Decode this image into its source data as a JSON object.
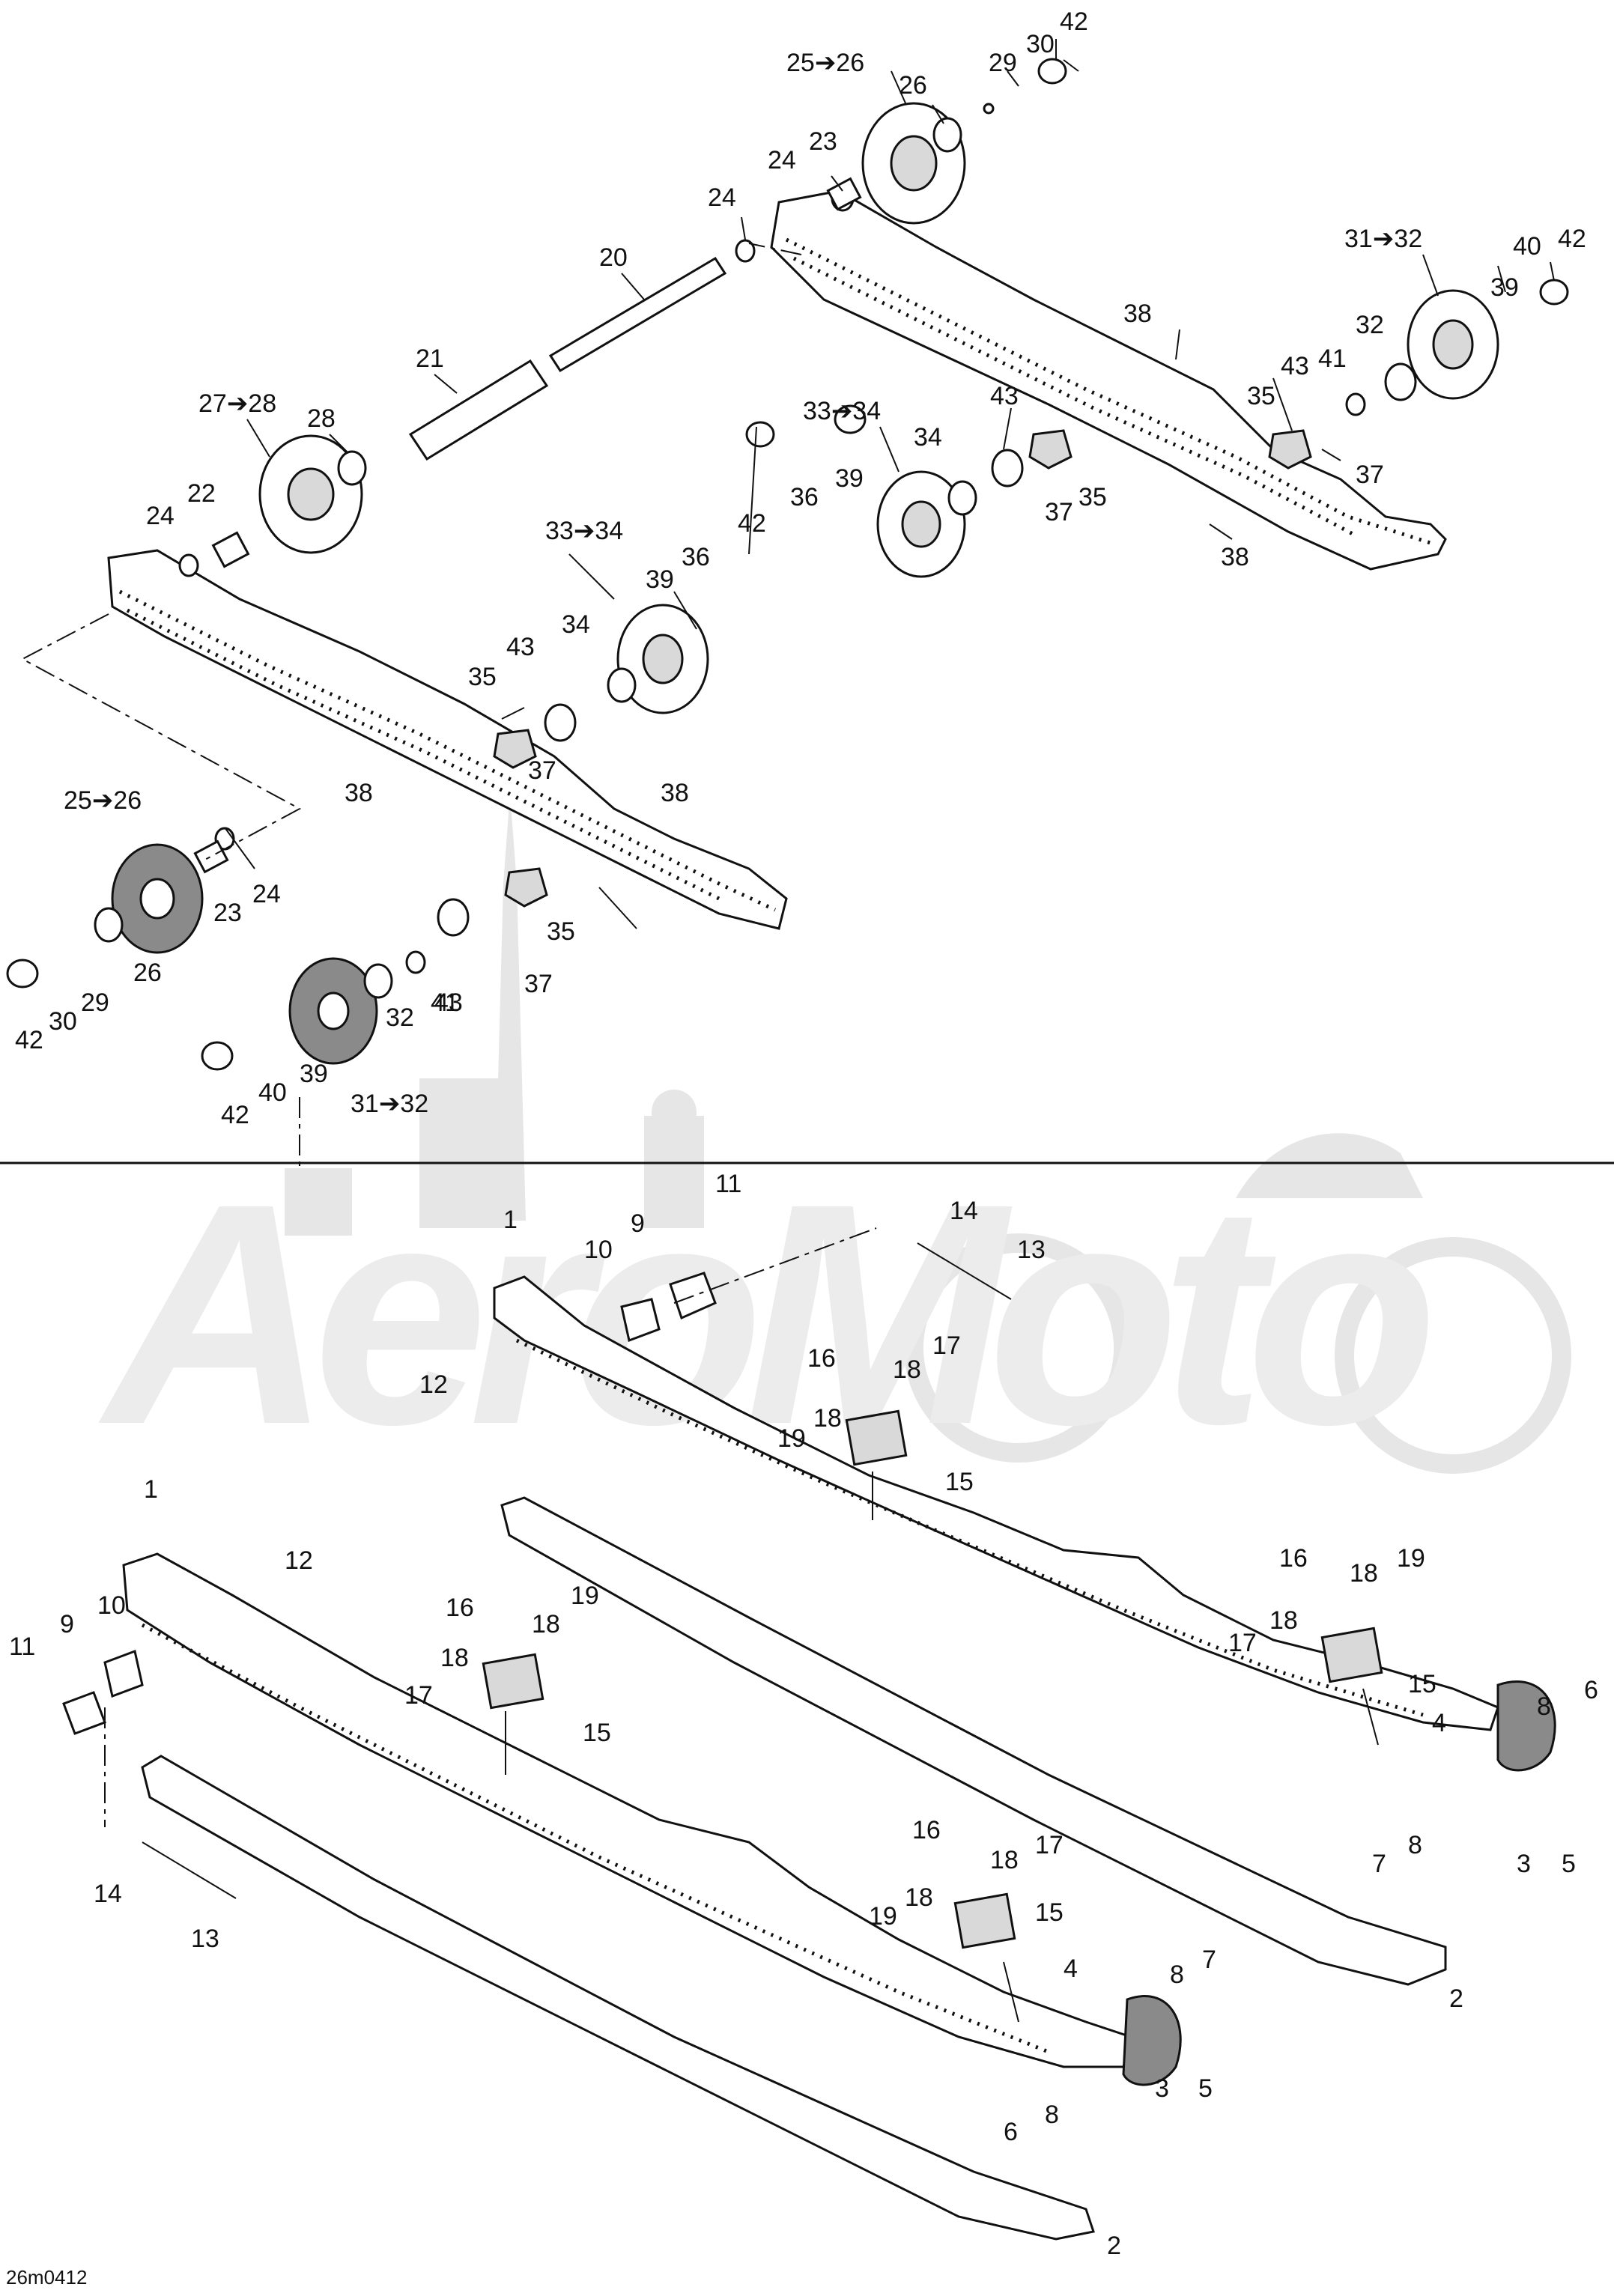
{
  "diagram": {
    "figure_code": "26m0412",
    "watermark": "AeroMoto",
    "callouts": [
      {
        "id": "c1",
        "text": "25➔26"
      },
      {
        "id": "c2",
        "text": "42"
      },
      {
        "id": "c3",
        "text": "30"
      },
      {
        "id": "c4",
        "text": "29"
      },
      {
        "id": "c5",
        "text": "26"
      },
      {
        "id": "c6",
        "text": "23"
      },
      {
        "id": "c7",
        "text": "24"
      },
      {
        "id": "c8",
        "text": "24"
      },
      {
        "id": "c9",
        "text": "20"
      },
      {
        "id": "c10",
        "text": "21"
      },
      {
        "id": "c11",
        "text": "27➔28"
      },
      {
        "id": "c12",
        "text": "28"
      },
      {
        "id": "c13",
        "text": "22"
      },
      {
        "id": "c14",
        "text": "24"
      },
      {
        "id": "c15",
        "text": "31➔32"
      },
      {
        "id": "c16",
        "text": "42"
      },
      {
        "id": "c17",
        "text": "40"
      },
      {
        "id": "c18",
        "text": "39"
      },
      {
        "id": "c19",
        "text": "32"
      },
      {
        "id": "c20",
        "text": "38"
      },
      {
        "id": "c21",
        "text": "43"
      },
      {
        "id": "c22",
        "text": "41"
      },
      {
        "id": "c23",
        "text": "35"
      },
      {
        "id": "c24",
        "text": "37"
      },
      {
        "id": "c25",
        "text": "38"
      },
      {
        "id": "c26",
        "text": "33➔34"
      },
      {
        "id": "c27",
        "text": "43"
      },
      {
        "id": "c28",
        "text": "34"
      },
      {
        "id": "c29",
        "text": "37"
      },
      {
        "id": "c30",
        "text": "35"
      },
      {
        "id": "c31",
        "text": "36"
      },
      {
        "id": "c32",
        "text": "39"
      },
      {
        "id": "c33",
        "text": "42"
      },
      {
        "id": "c34",
        "text": "33➔34"
      },
      {
        "id": "c35",
        "text": "39"
      },
      {
        "id": "c36",
        "text": "36"
      },
      {
        "id": "c37",
        "text": "34"
      },
      {
        "id": "c38",
        "text": "43"
      },
      {
        "id": "c39",
        "text": "35"
      },
      {
        "id": "c40",
        "text": "37"
      },
      {
        "id": "c41",
        "text": "38"
      },
      {
        "id": "c42",
        "text": "38"
      },
      {
        "id": "c43",
        "text": "25➔26"
      },
      {
        "id": "c44",
        "text": "23"
      },
      {
        "id": "c45",
        "text": "24"
      },
      {
        "id": "c46",
        "text": "35"
      },
      {
        "id": "c47",
        "text": "26"
      },
      {
        "id": "c48",
        "text": "29"
      },
      {
        "id": "c49",
        "text": "30"
      },
      {
        "id": "c50",
        "text": "42"
      },
      {
        "id": "c51",
        "text": "37"
      },
      {
        "id": "c52",
        "text": "43"
      },
      {
        "id": "c53",
        "text": "41"
      },
      {
        "id": "c54",
        "text": "32"
      },
      {
        "id": "c55",
        "text": "39"
      },
      {
        "id": "c56",
        "text": "40"
      },
      {
        "id": "c57",
        "text": "42"
      },
      {
        "id": "c58",
        "text": "31➔32"
      },
      {
        "id": "d1",
        "text": "11"
      },
      {
        "id": "d2",
        "text": "1"
      },
      {
        "id": "d3",
        "text": "9"
      },
      {
        "id": "d4",
        "text": "14"
      },
      {
        "id": "d5",
        "text": "10"
      },
      {
        "id": "d6",
        "text": "13"
      },
      {
        "id": "d7",
        "text": "12"
      },
      {
        "id": "d8",
        "text": "16"
      },
      {
        "id": "d9",
        "text": "17"
      },
      {
        "id": "d10",
        "text": "18"
      },
      {
        "id": "d11",
        "text": "18"
      },
      {
        "id": "d12",
        "text": "19"
      },
      {
        "id": "d13",
        "text": "15"
      },
      {
        "id": "d14",
        "text": "1"
      },
      {
        "id": "d15",
        "text": "12"
      },
      {
        "id": "d16",
        "text": "16"
      },
      {
        "id": "d17",
        "text": "19"
      },
      {
        "id": "d18",
        "text": "18"
      },
      {
        "id": "d19",
        "text": "16"
      },
      {
        "id": "d20",
        "text": "18"
      },
      {
        "id": "d21",
        "text": "19"
      },
      {
        "id": "d22",
        "text": "11"
      },
      {
        "id": "d23",
        "text": "9"
      },
      {
        "id": "d24",
        "text": "10"
      },
      {
        "id": "d25",
        "text": "18"
      },
      {
        "id": "d26",
        "text": "17"
      },
      {
        "id": "d27",
        "text": "15"
      },
      {
        "id": "d28",
        "text": "17"
      },
      {
        "id": "d29",
        "text": "18"
      },
      {
        "id": "d30",
        "text": "15"
      },
      {
        "id": "d31",
        "text": "4"
      },
      {
        "id": "d32",
        "text": "8"
      },
      {
        "id": "d33",
        "text": "6"
      },
      {
        "id": "d34",
        "text": "5"
      },
      {
        "id": "d35",
        "text": "7"
      },
      {
        "id": "d36",
        "text": "8"
      },
      {
        "id": "d37",
        "text": "3"
      },
      {
        "id": "d38",
        "text": "14"
      },
      {
        "id": "d39",
        "text": "13"
      },
      {
        "id": "d40",
        "text": "16"
      },
      {
        "id": "d41",
        "text": "18"
      },
      {
        "id": "d42",
        "text": "17"
      },
      {
        "id": "d43",
        "text": "2"
      },
      {
        "id": "d44",
        "text": "19"
      },
      {
        "id": "d45",
        "text": "18"
      },
      {
        "id": "d46",
        "text": "15"
      },
      {
        "id": "d47",
        "text": "4"
      },
      {
        "id": "d48",
        "text": "8"
      },
      {
        "id": "d49",
        "text": "7"
      },
      {
        "id": "d50",
        "text": "5"
      },
      {
        "id": "d51",
        "text": "3"
      },
      {
        "id": "d52",
        "text": "6"
      },
      {
        "id": "d53",
        "text": "8"
      },
      {
        "id": "d54",
        "text": "2"
      }
    ]
  }
}
